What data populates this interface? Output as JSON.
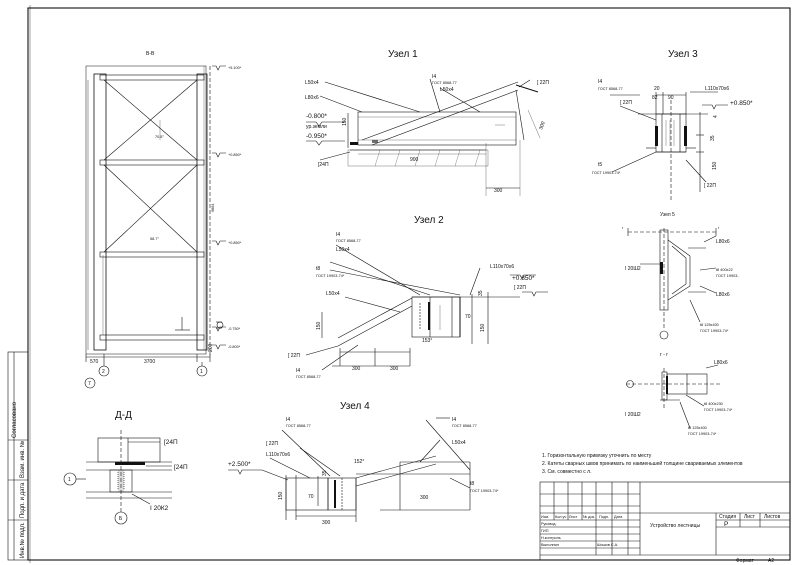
{
  "titles": {
    "bb": "В-В",
    "uzel1": "Узел 1",
    "uzel2": "Узел 2",
    "uzel3": "Узел 3",
    "uzel4": "Узел 4",
    "uzel5": "Узел 5",
    "dd": "Д-Д",
    "gg": "г - г"
  },
  "bb_view": {
    "level_top": "+5.100*",
    "level_mid": "+0.850*",
    "level_low": "+0.850*",
    "level_0": "-0.750*",
    "level_1": "-0.800*",
    "height": "9864",
    "angle_a": "70.5°",
    "angle_b": "58.7°",
    "dim_left": "570",
    "dim_main": "3700",
    "dim_right": "200",
    "axis_7": "7",
    "axis_2": "2",
    "axis_1": "1"
  },
  "uzel1": {
    "l50x4_a": "L50x4",
    "i4": "I4",
    "gost_a": "ГОСТ 8568-77",
    "l50x4_b": "L50x4",
    "l80x6": "L80x6",
    "c22p": "[ 22П",
    "lvl_a": "-0.800*",
    "ground": "ур.земли",
    "lvl_b": "-0.950*",
    "d150": "150",
    "d900": "900",
    "d300": "300",
    "d300b": "300",
    "c24p": "[24П"
  },
  "uzel2": {
    "i4": "I4",
    "gost": "ГОСТ 8568-77",
    "l50x4": "L50x4",
    "t8": "t8",
    "gost2": "ГОСТ 19903-74*",
    "l110": "L110x70x6",
    "lvl": "+0.850*",
    "c22p": "[ 22П",
    "l50x4b": "L50x4",
    "d35": "35",
    "d70": "70",
    "d150": "150",
    "d150b": "150",
    "ang": "153°",
    "c22p_b": "[ 22П",
    "d300a": "300",
    "d300b": "300",
    "i4b": "I4",
    "gost3": "ГОСТ 8568-77"
  },
  "uzel3": {
    "i4": "I4",
    "gost": "ГОСТ 8568-77",
    "d20": "20",
    "d82": "82",
    "d90": "90",
    "l110": "L110x70x6",
    "c22p": "[ 22П",
    "lvl": "+0.850*",
    "d35": "35",
    "d4": "4",
    "d150": "150",
    "t5": "t5",
    "gost2": "ГОСТ 19903-74*",
    "c22p_b": "[ 22П"
  },
  "uzel5": {
    "g": "г",
    "l80x6": "L80x6",
    "i20": "I 20Ш2",
    "t8": "t8 400x22",
    "gost": "ГОСТ 19903-",
    "l80x6b": "L80x6",
    "t8b": "t8 125x400",
    "gost2": "ГОСТ 19903-74*"
  },
  "gg": {
    "l80x6": "L80x6",
    "t8": "t8 400x230",
    "gost": "ГОСТ 19903-74*",
    "i20": "I 20Ш2",
    "t8b": "t8 125x400",
    "gost2": "ГОСТ 19903-74*"
  },
  "uzel4": {
    "i4": "I4",
    "gost": "ГОСТ 8568-77",
    "c22p": "[ 22П",
    "l110": "L110x70x6",
    "lvl": "+2.500*",
    "d35": "35",
    "d70": "70",
    "d150": "150",
    "d300a": "300",
    "d300b": "300",
    "ang": "152°",
    "i4b": "I4",
    "gost2": "ГОСТ 8568-77",
    "l50x4": "L50x4",
    "t8": "t8",
    "gost3": "ГОСТ 19903-74*"
  },
  "dd": {
    "c24p": "[24П",
    "c24p_b": "[24П",
    "i20k2": "I 20К2",
    "axis_1": "1",
    "axis_b": "Б"
  },
  "notes": [
    "1.  Горизонтальную привязку уточнить по месту",
    "2. Катеты сварных швов принимать по наименьшей толщине свариваемых элементов",
    "3. См. совместно с л."
  ],
  "stamp": {
    "title": "Устройство лестницы",
    "stage_h": "Стадия",
    "sheet_h": "Лист",
    "sheets_h": "Листов",
    "stage": "Р",
    "col_izm": "Изм.",
    "col_kol": "Кол.уч",
    "col_list": "Лист",
    "col_doc": "№ док.",
    "col_sign": "Подп.",
    "col_date": "Дата",
    "row1": "Руковод.",
    "row2": "ГИП",
    "row3": "Н.контроль",
    "row4": "Выполнил",
    "author": "Шишов С.А.",
    "format": "Формат",
    "format_val": "А2"
  },
  "side": {
    "agreed": "Согласовано",
    "sign_date": "Подп. и дата",
    "inv": "Инв.№ подл.",
    "vz": "Взам. инв. №"
  }
}
